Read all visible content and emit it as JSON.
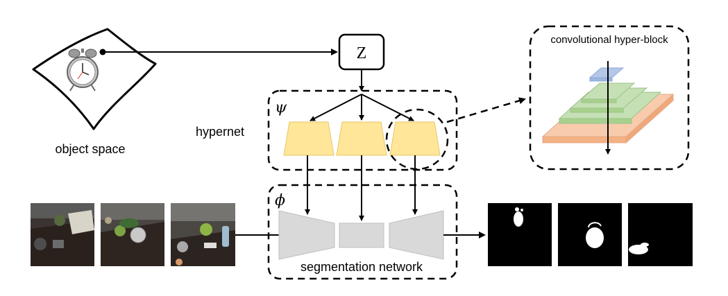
{
  "labels": {
    "object_space": "object space",
    "z": "Z",
    "hypernet": "hypernet",
    "psi": "ψ",
    "phi": "ϕ",
    "segmentation_network": "segmentation network",
    "conv_hyper_block": "convolutional hyper-block"
  },
  "colors": {
    "hyper_trapezoid": "#FFE699",
    "hyper_trapezoid_stroke": "#E6C865",
    "layer_blue": "#B4C7E7",
    "layer_green": "#C5E0B4",
    "layer_orange": "#F8CBAD",
    "seg_gray": "#D9D9D9",
    "mask_background": "#000000",
    "mask_object": "#FFFFFF"
  }
}
